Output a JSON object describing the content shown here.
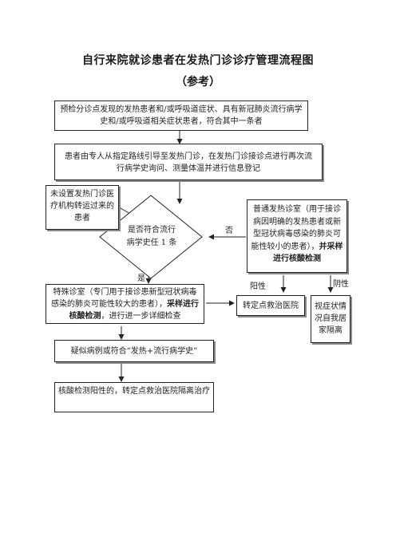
{
  "title": {
    "main": "自行来院就诊患者在发热门诊诊疗管理流程图",
    "sub": "（参考）"
  },
  "nodes": {
    "screening": "预检分诊点发现的发热患者和/或呼吸道症状、具有新冠肺炎流行病学史和/或呼吸道相关症状患者，符合其中一条者",
    "guide": "患者由专人从指定路线引导至发热门诊，在发热门诊接诊点进行再次流行病学史询问、测量体温并进行信息登记",
    "no_clinic": "未设置发热门诊医疗机构转运过来的患者",
    "decision": "是否符合流行病学史任 1 条",
    "normal_clinic_pre": "普通发热诊室（用于接诊病因明确的发热患者或新型冠状病毒感染的肺炎可能性较小的患者），",
    "normal_clinic_bold": "并采样进行核酸检测",
    "special_clinic_pre": "特殊诊室（专门用于接诊患新型冠状病毒感染的肺炎可能性较大的患者），",
    "special_clinic_bold": "采样进行核酸检测",
    "special_clinic_post": "，进行进一步详细检查",
    "suspected": "疑似病例或符合“发热+流行病学史”",
    "positive_transfer": "核酸检测阳性的，转定点救治医院隔离治疗",
    "transfer_hospital": "转定点救治医院",
    "home_isolation": "视症状情况自我居家隔离"
  },
  "labels": {
    "no": "否",
    "yes": "是",
    "positive": "阳性",
    "negative": "阴性"
  }
}
